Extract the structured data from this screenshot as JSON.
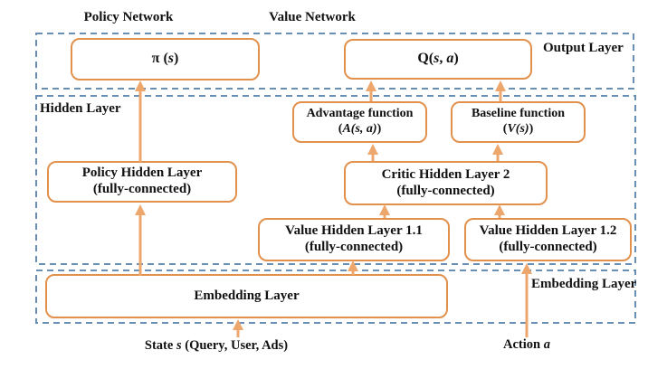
{
  "titles": {
    "policy_network": "Policy Network",
    "value_network": "Value Network"
  },
  "layer_labels": {
    "output": "Output Layer",
    "hidden": "Hidden Layer",
    "embedding": "Embedding Layer"
  },
  "nodes": {
    "pi": {
      "pre": "π (",
      "var": "s",
      "post": ")"
    },
    "q": {
      "pre": "Q(",
      "s": "s",
      "sep": ", ",
      "a": "a",
      "post": ")"
    },
    "policy_hidden": {
      "line1": "Policy Hidden Layer",
      "line2": "(fully-connected)"
    },
    "advantage": {
      "line1": "Advantage function",
      "pre": "(",
      "math": "A(s, a)",
      "post": ")"
    },
    "baseline": {
      "line1": "Baseline function",
      "pre": "(",
      "math": "V(s)",
      "post": ")"
    },
    "critic": {
      "line1": "Critic Hidden Layer 2",
      "line2": "(fully-connected)"
    },
    "value_hidden_11": {
      "line1": "Value Hidden Layer 1.1",
      "line2": "(fully-connected)"
    },
    "value_hidden_12": {
      "line1": "Value Hidden Layer 1.2",
      "line2": "(fully-connected)"
    },
    "embedding": {
      "label": "Embedding Layer"
    }
  },
  "inputs": {
    "state": {
      "pre": "State ",
      "var": "s",
      "post": " (Query, User, Ads)"
    },
    "action": {
      "pre": "Action ",
      "var": "a"
    }
  },
  "colors": {
    "box_border": "#e2914d",
    "arrow": "#eda76c",
    "dash": "#6a8fb5",
    "text": "#111111",
    "background": "#ffffff"
  }
}
